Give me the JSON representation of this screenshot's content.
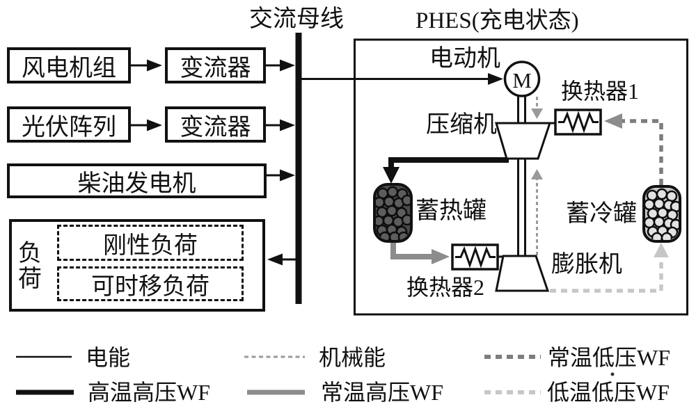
{
  "ac_bus": {
    "label": "交流母线"
  },
  "sources": {
    "wind": {
      "label": "风电机组"
    },
    "pv": {
      "label": "光伏阵列"
    },
    "diesel": {
      "label": "柴油发电机"
    },
    "converter1": {
      "label": "变流器"
    },
    "converter2": {
      "label": "变流器"
    }
  },
  "load": {
    "label": "负荷",
    "rigid_label": "刚性负荷",
    "shiftable_label": "可时移负荷"
  },
  "phes": {
    "title": "PHES(充电状态)",
    "motor_label": "电动机",
    "motor_symbol": "M",
    "compressor_label": "压缩机",
    "expander_label": "膨胀机",
    "hx1_label": "换热器1",
    "hx2_label": "换热器2",
    "hot_tank_label": "蓄热罐",
    "cold_tank_label": "蓄冷罐"
  },
  "legend": {
    "electric": "电能",
    "mechanical": "机械能",
    "normal_temp_low_pressure_wf": "常温低压WF",
    "high_temp_high_pressure_wf": "高温高压WF",
    "normal_temp_high_pressure_wf": "常温高压WF",
    "low_temp_low_pressure_wf": "低温低压WF"
  },
  "colors": {
    "line_black": "#111111",
    "gray_medium": "#8c8c8c",
    "gray_mech": "#9a9a9a",
    "gray_dark_dash": "#7d7d7d",
    "gray_light_dash": "#c7c7c7",
    "hot_tank_fill": "#4a4a4a",
    "hot_pebble_fill": "#5d5d5d",
    "cold_tank_fill": "#c9c9c9",
    "cold_pebble_fill": "#e2e2e2"
  }
}
